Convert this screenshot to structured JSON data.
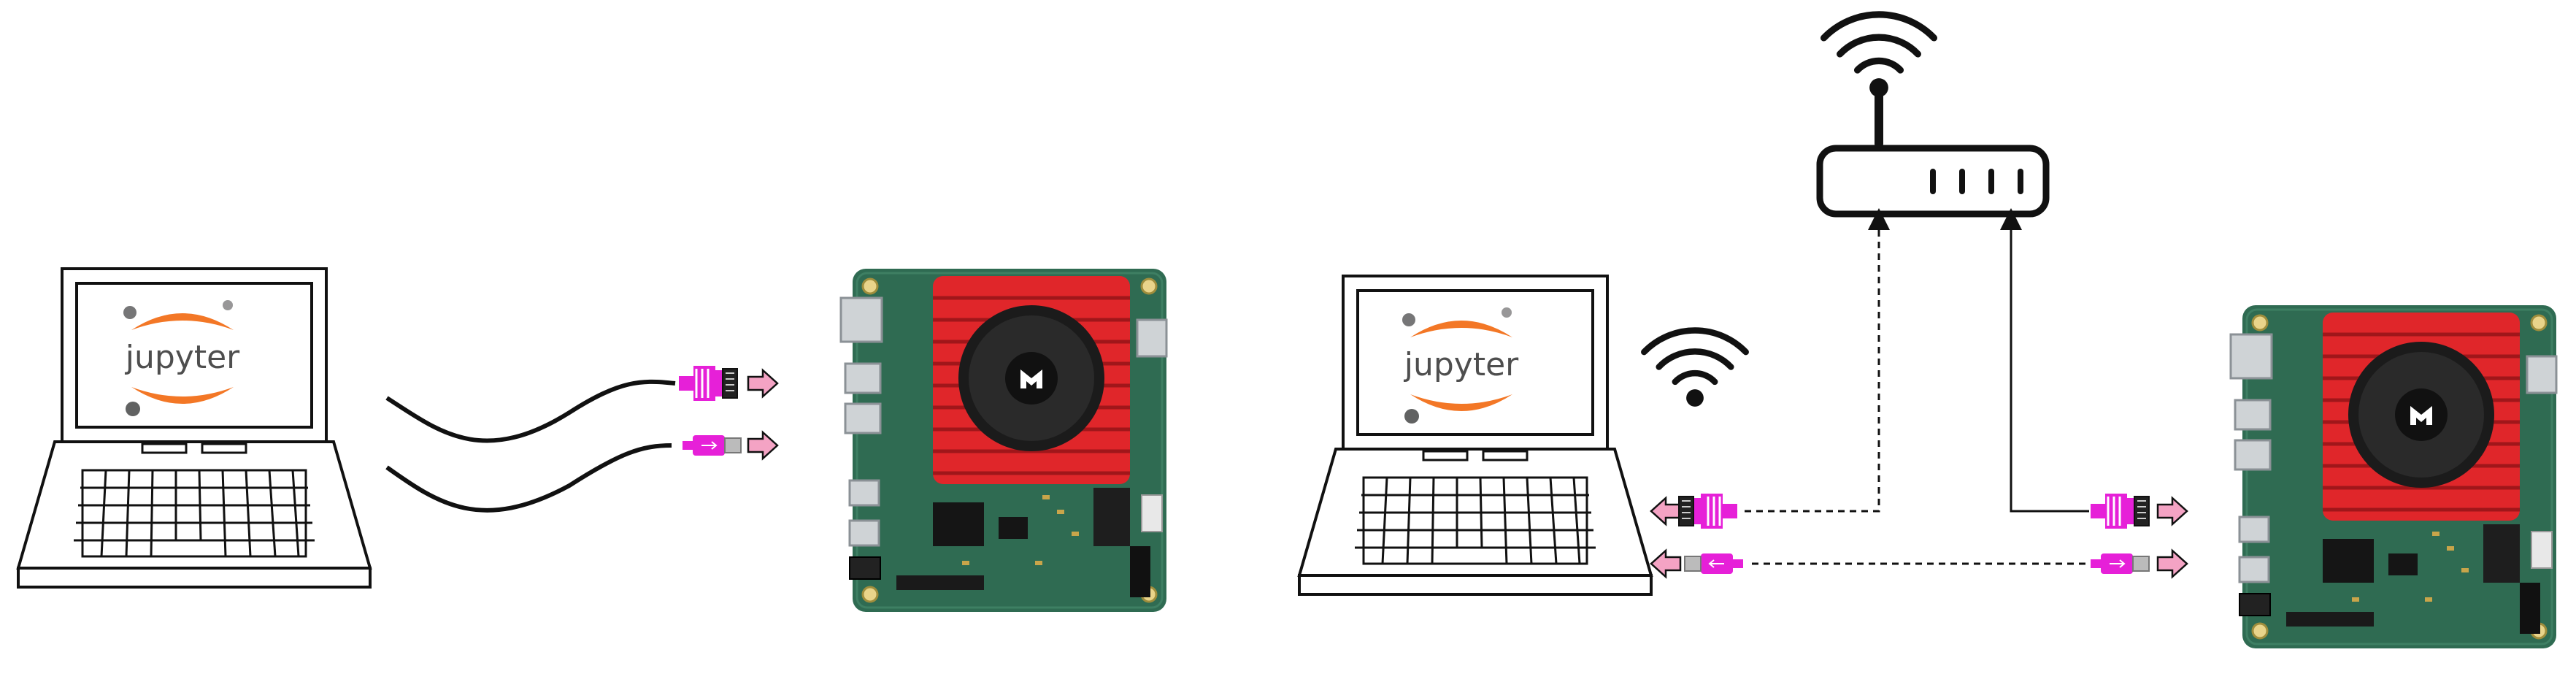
{
  "diagram": {
    "left_setup": {
      "computer": {
        "screen_logo_text": "jupyter",
        "icon": "laptop-icon"
      },
      "cables": [
        {
          "type": "ethernet",
          "icon": "ethernet-plug-icon"
        },
        {
          "type": "usb",
          "icon": "usb-plug-icon"
        }
      ],
      "board": {
        "icon": "dev-board-icon",
        "fan_logo": "M"
      }
    },
    "right_setup": {
      "computer": {
        "screen_logo_text": "jupyter",
        "icon": "laptop-icon",
        "wireless_icon": "wifi-icon"
      },
      "router": {
        "icon": "router-icon",
        "antenna_icon": "wifi-icon"
      },
      "connections": [
        {
          "from": "laptop-ethernet",
          "to": "router",
          "style": "dashed"
        },
        {
          "from": "board-ethernet",
          "to": "router",
          "style": "solid"
        },
        {
          "from": "laptop-usb",
          "to": "board-usb",
          "style": "dashed"
        }
      ],
      "board": {
        "icon": "dev-board-icon",
        "fan_logo": "M"
      }
    },
    "colors": {
      "connector_magenta": "#e620d8",
      "arrow_pink": "#f4a3c4",
      "board_green": "#2f6b52",
      "heatsink_red": "#e0262a",
      "jupyter_orange": "#f37726",
      "jupyter_gray": "#767677",
      "line_black": "#111111"
    }
  }
}
